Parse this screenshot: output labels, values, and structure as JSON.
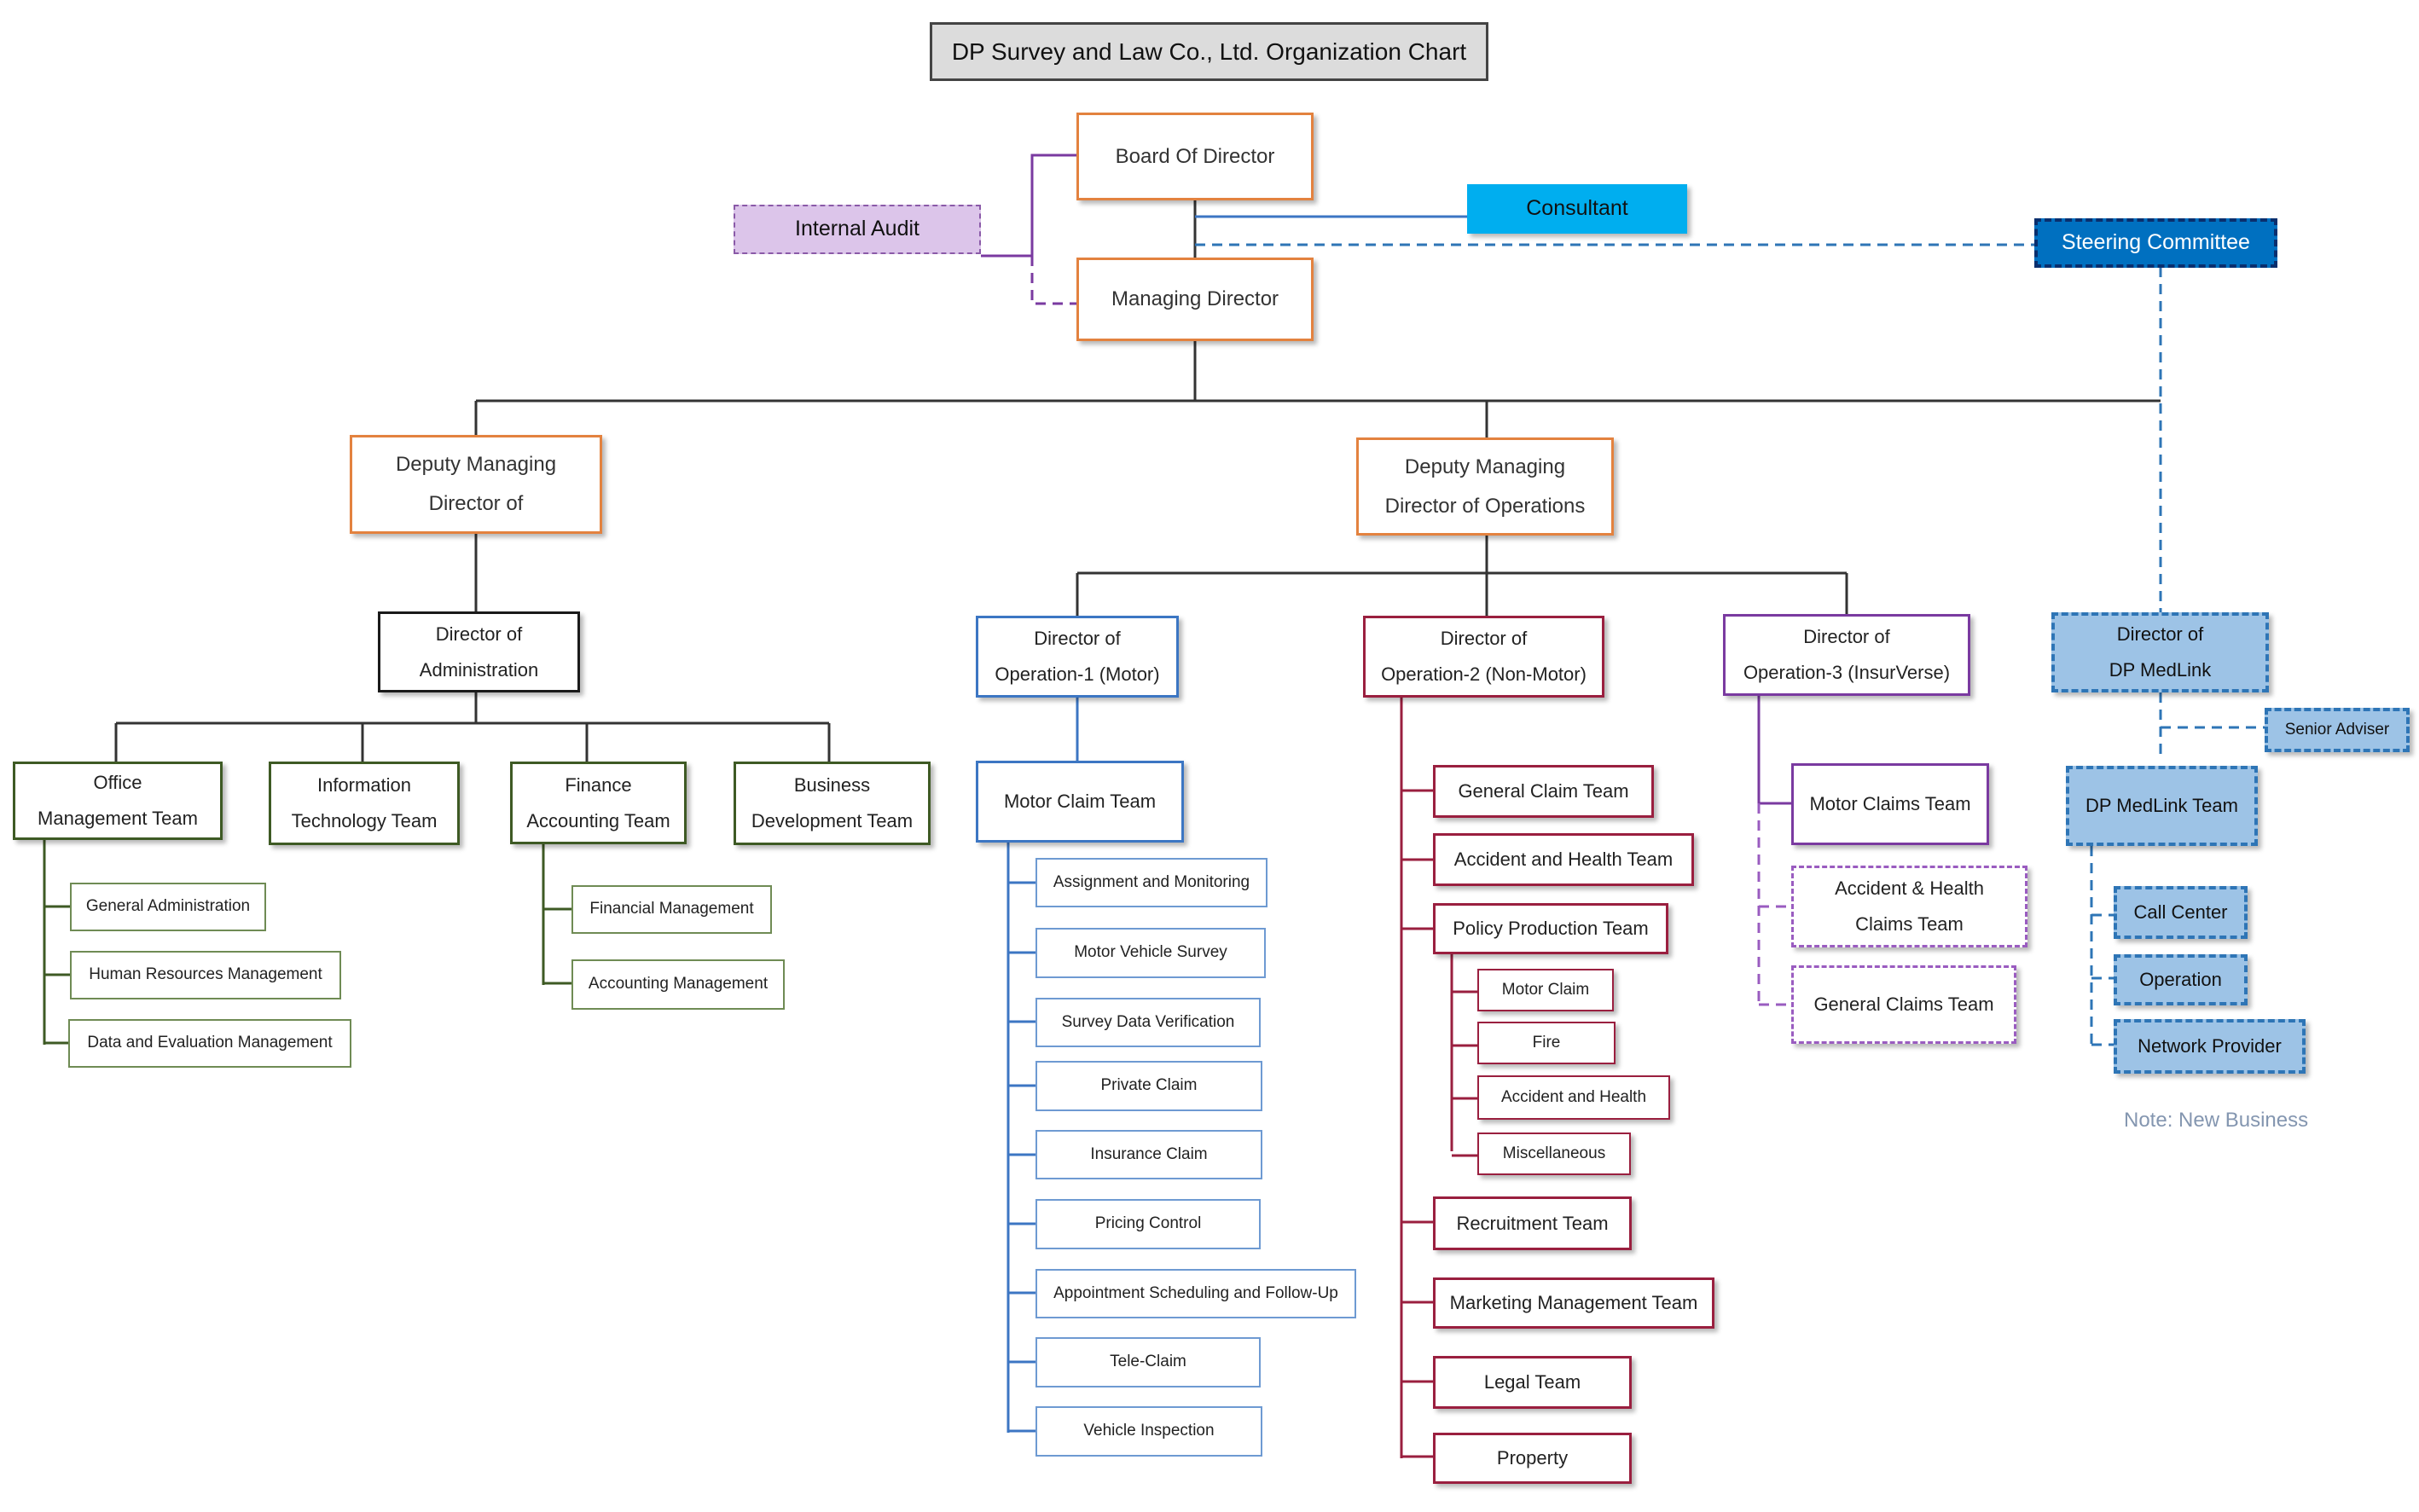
{
  "title": "DP Survey and Law Co., Ltd. Organization Chart",
  "board": "Board Of Director",
  "internal_audit": "Internal Audit",
  "consultant": "Consultant",
  "steering": "Steering Committee",
  "managing_director": "Managing Director",
  "dmd_admin": "Deputy Managing\nDirector of",
  "dmd_ops": "Deputy Managing\nDirector of Operations",
  "dir_admin": "Director of\nAdministration",
  "admin_teams": {
    "office": "Office\nManagement Team",
    "it": "Information\nTechnology Team",
    "finance": "Finance\nAccounting Team",
    "bizdev": "Business\nDevelopment Team"
  },
  "office_sub": [
    "General Administration",
    "Human Resources Management",
    "Data and Evaluation Management"
  ],
  "finance_sub": [
    "Financial Management",
    "Accounting Management"
  ],
  "dir_op1": "Director of\nOperation-1 (Motor)",
  "motor_claim_team": "Motor Claim Team",
  "op1_sub": [
    "Assignment and Monitoring",
    "Motor Vehicle Survey",
    "Survey Data Verification",
    "Private Claim",
    "Insurance Claim",
    "Pricing Control",
    "Appointment Scheduling and Follow-Up",
    "Tele-Claim",
    "Vehicle Inspection"
  ],
  "dir_op2": "Director of\nOperation-2 (Non-Motor)",
  "op2_teams": {
    "general": "General Claim Team",
    "accident": "Accident and Health Team",
    "policy": "Policy Production Team",
    "recruitment": "Recruitment Team",
    "marketing": "Marketing Management Team",
    "legal": "Legal Team",
    "property": "Property"
  },
  "policy_sub": [
    "Motor Claim",
    "Fire",
    "Accident and Health",
    "Miscellaneous"
  ],
  "dir_op3": "Director of\nOperation-3 (InsurVerse)",
  "op3_teams": {
    "motor": "Motor Claims Team",
    "accident": "Accident & Health\nClaims Team",
    "general": "General Claims Team"
  },
  "dir_medlink": "Director of\nDP MedLink",
  "senior_adviser": "Senior Adviser",
  "medlink_team": "DP MedLink Team",
  "medlink_sub": [
    "Call Center",
    "Operation",
    "Network Provider"
  ],
  "note": "Note: New Business",
  "colors": {
    "orange": "#e3823f",
    "green": "#3e5a24",
    "blue": "#3c76c3",
    "maroon": "#9a1f3f",
    "purple": "#7a3aa0",
    "consultant": "#00aeef",
    "steering": "#0070c0",
    "medlink": "#9dc3e6"
  }
}
